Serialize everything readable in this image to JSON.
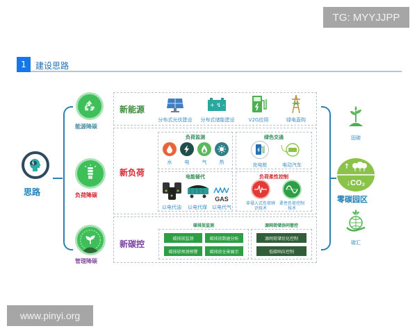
{
  "watermarks": {
    "top_right": "TG: MYYJJPP",
    "bottom_left": "www.pinyi.org"
  },
  "section": {
    "number": "1",
    "title": "建设思路"
  },
  "left": {
    "center_label": "思路",
    "items": [
      {
        "label": "能源降碳",
        "color": "#4a8fa3"
      },
      {
        "label": "负荷降碳",
        "color": "#d9262f"
      },
      {
        "label": "管理降碳",
        "color": "#8a4ea8"
      }
    ]
  },
  "rows": {
    "energy": {
      "title": "新能源",
      "items": [
        "分布式光伏建设",
        "分布式储能建设",
        "V2G应用",
        "绿电直购"
      ]
    },
    "load": {
      "title": "新负荷",
      "monitor": {
        "title": "负荷监测",
        "items": [
          "水",
          "电",
          "气",
          "热"
        ]
      },
      "transport": {
        "title": "绿色交通",
        "items": [
          "充电桩",
          "电动汽车"
        ]
      },
      "substitute": {
        "title": "电能替代",
        "items": [
          "以电代油",
          "以电代煤",
          "以电代气"
        ],
        "gas_text": "GAS"
      },
      "flex": {
        "title": "负荷柔性控制",
        "items": [
          "非侵入式负荷辨识技术",
          "柔性负荷控制技术"
        ]
      }
    },
    "carbon": {
      "title": "新碳控",
      "monitor": {
        "title": "碳排放监测",
        "buttons": [
          "碳排放监测",
          "碳排放数据分析",
          "碳排放预测预警",
          "碳排放全景展示"
        ]
      },
      "coord": {
        "title": "源网荷储协同管控",
        "buttons": [
          "源网荷储优化控制",
          "低碳响应控制"
        ]
      }
    }
  },
  "right": {
    "top_label": "固碳",
    "center_label": "零碳园区",
    "co2_up": "↑",
    "co2_down": "↓CO₂",
    "bottom_label": "碳汇"
  },
  "colors": {
    "green": "#3fbf5a",
    "blue": "#2b7fb3",
    "red": "#d9262f",
    "purple": "#7b3fa0"
  }
}
